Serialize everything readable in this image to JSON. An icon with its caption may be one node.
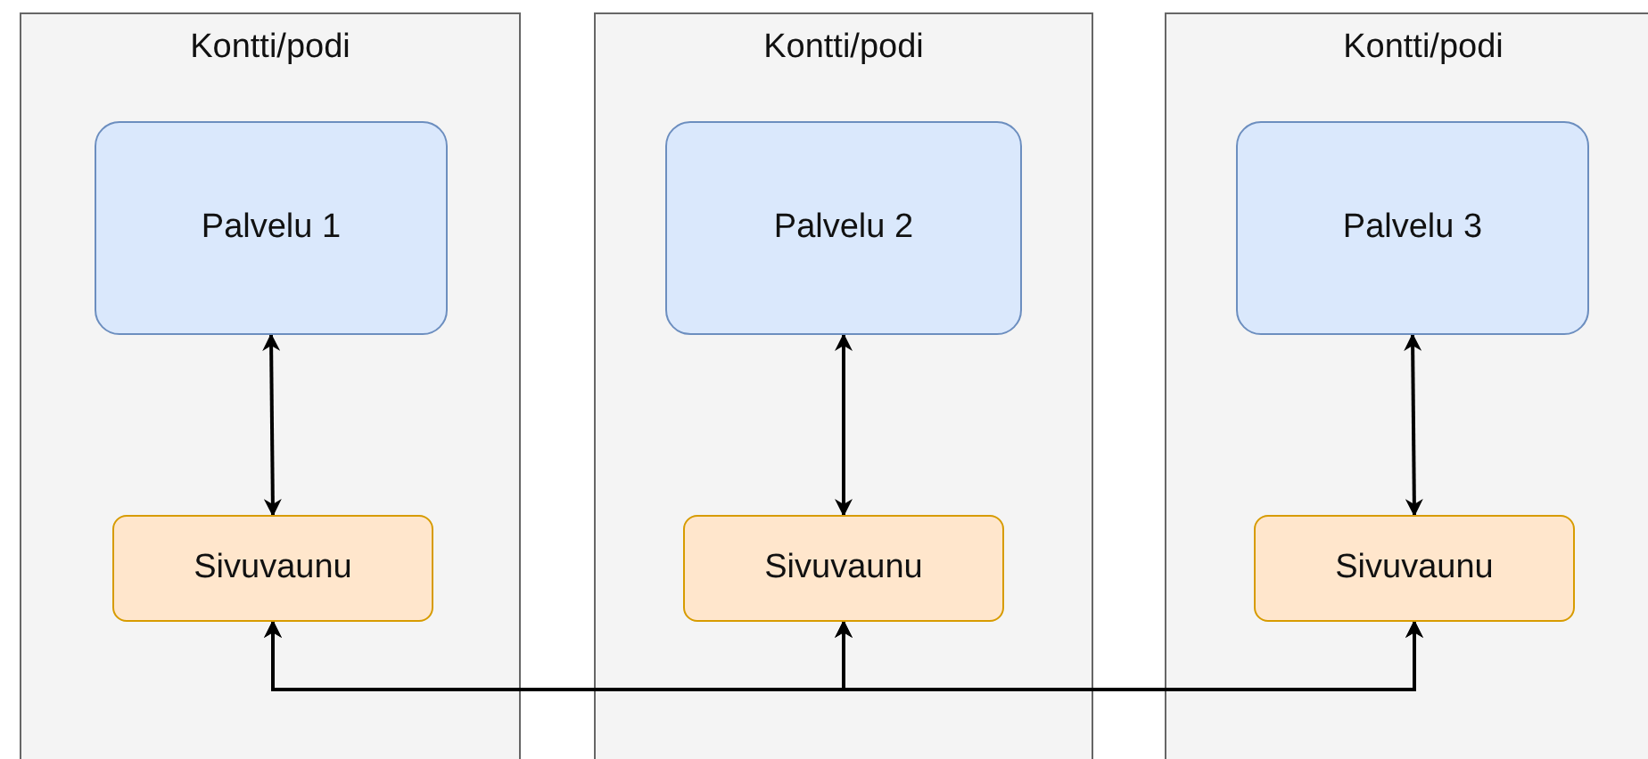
{
  "diagram": {
    "nodes": [
      {
        "text": [
          "Kontti/podi"
        ]
      },
      {
        "text": [
          "Palvelu 1"
        ],
        "in": 0
      },
      {
        "text": [
          "Sivuvaunu"
        ],
        "in": 0
      },
      {
        "text": [
          "Kontti/podi"
        ]
      },
      {
        "text": [
          "Palvelu 2"
        ],
        "in": 3
      },
      {
        "text": [
          "Sivuvaunu"
        ],
        "in": 3
      },
      {
        "text": [
          "Kontti/podi"
        ]
      },
      {
        "text": [
          "Palvelu 3"
        ],
        "in": 6
      },
      {
        "text": [
          "Sivuvaunu"
        ],
        "in": 6
      }
    ],
    "edges": [
      {
        "from": 1,
        "to": 2,
        "arrow": "both"
      },
      {
        "from": 4,
        "to": 5,
        "arrow": "both"
      },
      {
        "from": 7,
        "to": 8,
        "arrow": "both"
      },
      {
        "from": 2,
        "to": 5,
        "arrow": "both"
      },
      {
        "from": 5,
        "to": 8,
        "arrow": "both"
      },
      {
        "from": 2,
        "to": 8,
        "arrow": "both"
      }
    ]
  }
}
